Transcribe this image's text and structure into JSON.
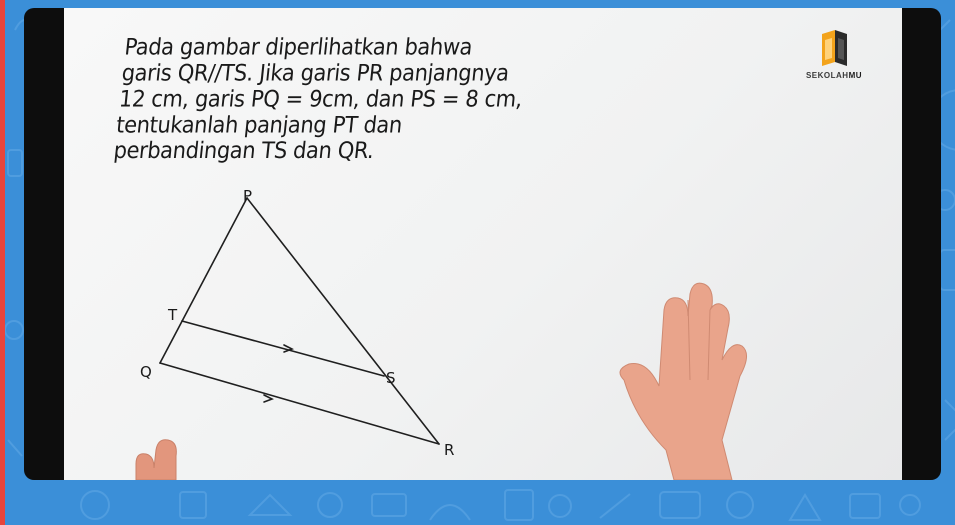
{
  "logo": {
    "text_main": "SEKOLAH",
    "text_accent": "MU",
    "colors": {
      "orange": "#f3a31b",
      "dark": "#2b2b2b"
    }
  },
  "problem_lines": [
    "Pada gambar diperlihatkan bahwa",
    "garis QR//TS. Jika garis PR panjangnya",
    "12 cm, garis PQ = 9cm, dan PS = 8 cm,",
    "tentukanlah panjang PT dan",
    "perbandingan TS dan QR."
  ],
  "diagram_labels": {
    "p": "P",
    "t": "T",
    "q": "Q",
    "s": "S",
    "r": "R"
  },
  "colors": {
    "background": "#3b8fd8",
    "accent_red": "#e8453c",
    "board": "#f4f4f4",
    "ink": "#1a1a1a",
    "skin": "#e9a48b"
  }
}
